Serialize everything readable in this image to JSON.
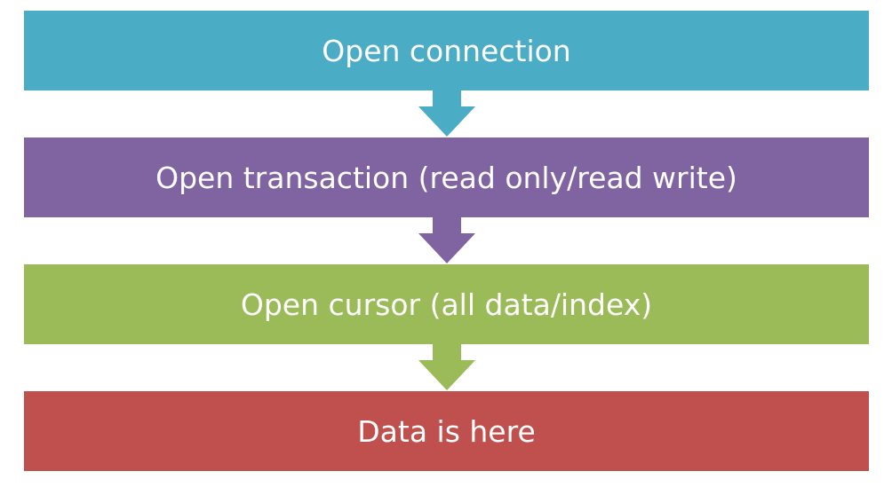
{
  "flowchart": {
    "steps": [
      {
        "label": "Open connection",
        "color": "#4bacc6"
      },
      {
        "label": "Open transaction (read only/read write)",
        "color": "#8064a2"
      },
      {
        "label": "Open cursor (all data/index)",
        "color": "#9bbb59"
      },
      {
        "label": "Data is here",
        "color": "#c0504d"
      }
    ],
    "connector_icon": "down-arrow-icon"
  }
}
